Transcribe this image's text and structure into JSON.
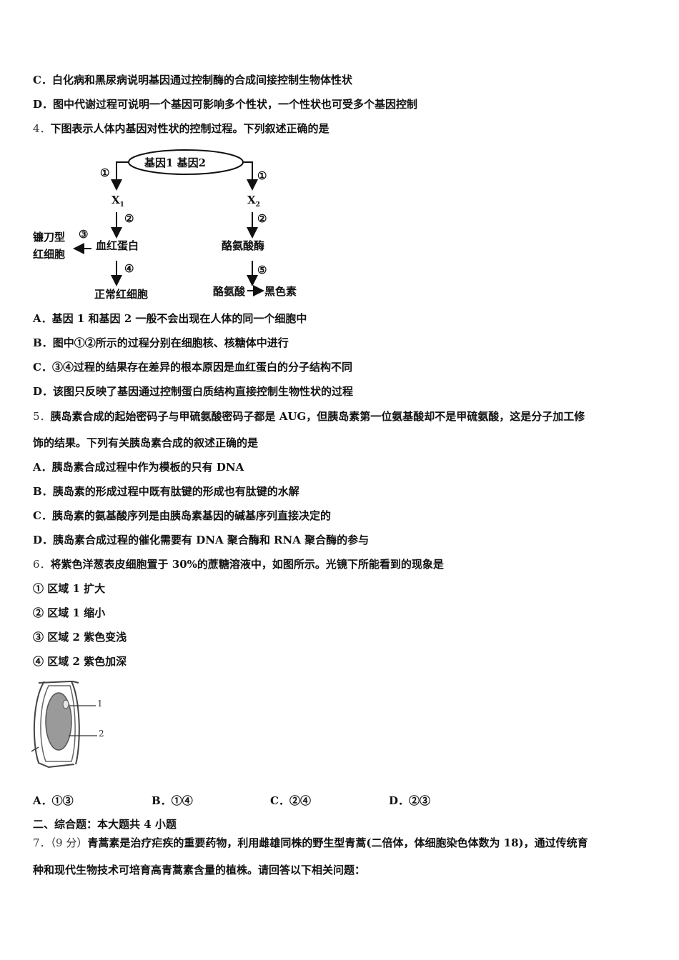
{
  "prev_question": {
    "option_c": {
      "letter": "C．",
      "text": "白化病和黑尿病说明基因通过控制酶的合成间接控制生物体性状"
    },
    "option_d": {
      "letter": "D．",
      "text": "图中代谢过程可说明一个基因可影响多个性状，一个性状也可受多个基因控制"
    }
  },
  "q4": {
    "number": "4．",
    "stem": "下图表示人体内基因对性状的控制过程。下列叙述正确的是",
    "diagram": {
      "genes": "基因1  基因2",
      "step1_left": "①",
      "step1_right": "①",
      "x1": "X",
      "x1_sub": "1",
      "x2": "X",
      "x2_sub": "2",
      "step2_left": "②",
      "step2_right": "②",
      "hemoglobin": "血红蛋白",
      "step3": "③",
      "sickle_cell_line1": "镰刀型",
      "sickle_cell_line2": "红细胞",
      "step4": "④",
      "normal_rbc": "正常红细胞",
      "tyrosinase": "酪氨酸酶",
      "step5": "⑤",
      "tyrosine": "酪氨酸",
      "melanin": "黑色素"
    },
    "options": [
      {
        "letter": "A．",
        "text": "基因 1 和基因 2 一般不会出现在人体的同一个细胞中"
      },
      {
        "letter": "B．",
        "text": "图中①②所示的过程分别在细胞核、核糖体中进行"
      },
      {
        "letter": "C．",
        "text": "③④过程的结果存在差异的根本原因是血红蛋白的分子结构不同"
      },
      {
        "letter": "D．",
        "text": "该图只反映了基因通过控制蛋白质结构直接控制生物性状的过程"
      }
    ]
  },
  "q5": {
    "number": "5．",
    "stem_line1": "胰岛素合成的起始密码子与甲硫氨酸密码子都是 AUG，但胰岛素第一位氨基酸却不是甲硫氨酸，这是分子加工修",
    "stem_line2": "饰的结果。下列有关胰岛素合成的叙述正确的是",
    "options": [
      {
        "letter": "A．",
        "text": "胰岛素合成过程中作为模板的只有 DNA"
      },
      {
        "letter": "B．",
        "text": "胰岛素的形成过程中既有肽键的形成也有肽键的水解"
      },
      {
        "letter": "C．",
        "text": "胰岛素的氨基酸序列是由胰岛素基因的碱基序列直接决定的"
      },
      {
        "letter": "D．",
        "text": "胰岛素合成过程的催化需要有 DNA 聚合酶和 RNA 聚合酶的参与"
      }
    ]
  },
  "q6": {
    "number": "6．",
    "stem": "将紫色洋葱表皮细胞置于 30%的蔗糖溶液中，如图所示。光镜下所能看到的现象是",
    "statements": [
      "① 区域 1 扩大",
      "② 区域 1 缩小",
      "③ 区域 2 紫色变浅",
      "④ 区域 2 紫色加深"
    ],
    "figure_labels": {
      "region1": "1",
      "region2": "2"
    },
    "answers": [
      {
        "letter": "A．",
        "text": "①③"
      },
      {
        "letter": "B．",
        "text": "①④"
      },
      {
        "letter": "C．",
        "text": "②④"
      },
      {
        "letter": "D．",
        "text": "②③"
      }
    ]
  },
  "section2": {
    "heading": "二、综合题：本大题共 4 小题"
  },
  "q7": {
    "number": "7．",
    "score": "（9 分）",
    "stem_line1": "青蒿素是治疗疟疾的重要药物，利用雌雄同株的野生型青蒿(二倍体，体细胞染色体数为 18)，通过传统育",
    "stem_line2": "种和现代生物技术可培育高青蒿素含量的植株。请回答以下相关问题："
  }
}
